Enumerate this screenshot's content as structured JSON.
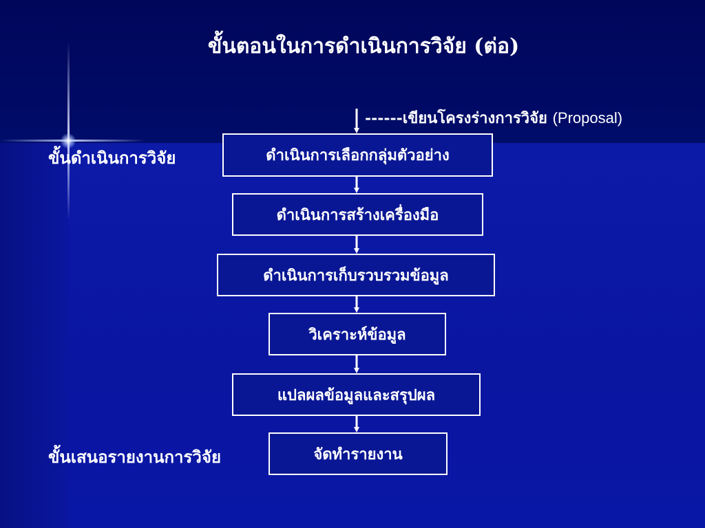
{
  "slide": {
    "title": "ขั้นตอนในการดำเนินการวิจัย  (ต่อ)",
    "label_conduct": "ขั้นดำเนินการวิจัย",
    "label_report": "ขั้นเสนอรายงานการวิจัย",
    "proposal_prefix": "------เขียนโครงร่างการวิจัย ",
    "proposal_en": "(Proposal)"
  },
  "steps": [
    {
      "label": "ดำเนินการเลือกกลุ่มตัวอย่าง"
    },
    {
      "label": "ดำเนินการสร้างเครื่องมือ"
    },
    {
      "label": "ดำเนินการเก็บรวบรวมข้อมูล"
    },
    {
      "label": "วิเคราะห์ข้อมูล"
    },
    {
      "label": "แปลผลข้อมูลและสรุปผล"
    },
    {
      "label": "จัดทำรายงาน"
    }
  ],
  "colors": {
    "background": "#0a16a0",
    "header_band": "#000a5c",
    "text": "#ffffff",
    "box_border": "#ffffff"
  }
}
